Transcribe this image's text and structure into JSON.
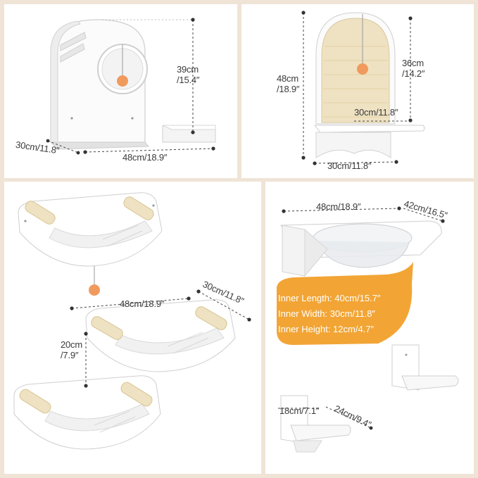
{
  "panel_cat_house": {
    "height_cm": "39cm",
    "height_in": "/15.4″",
    "depth_label": "30cm/11.8″",
    "width_label": "48cm/18.9″"
  },
  "panel_scratcher": {
    "total_height_cm": "48cm",
    "total_height_in": "/18.9″",
    "board_height_cm": "36cm",
    "board_height_in": "/14.2″",
    "depth_label": "30cm/11.8″",
    "width_label": "30cm/11.8″"
  },
  "panel_hammocks": {
    "width_label": "48cm/18.9″",
    "depth_label": "30cm/11.8″",
    "spacing_cm": "20cm",
    "spacing_in": "/7.9″"
  },
  "panel_bowl_shelf": {
    "width_label": "48cm/18.9″",
    "depth_label": "42cm/16.5″",
    "inner_specs": [
      "Inner Length: 40cm/15.7″",
      "Inner Width: 30cm/11.8″",
      "Inner Height: 12cm/4.7″"
    ],
    "step_width_label": "18cm/7.1″",
    "step_depth_label": "24cm/9.4″"
  },
  "colors": {
    "background": "#efe4d6",
    "callout": "#f2a535",
    "sisal": "#efe2c2",
    "pompom": "#f19a5e"
  }
}
